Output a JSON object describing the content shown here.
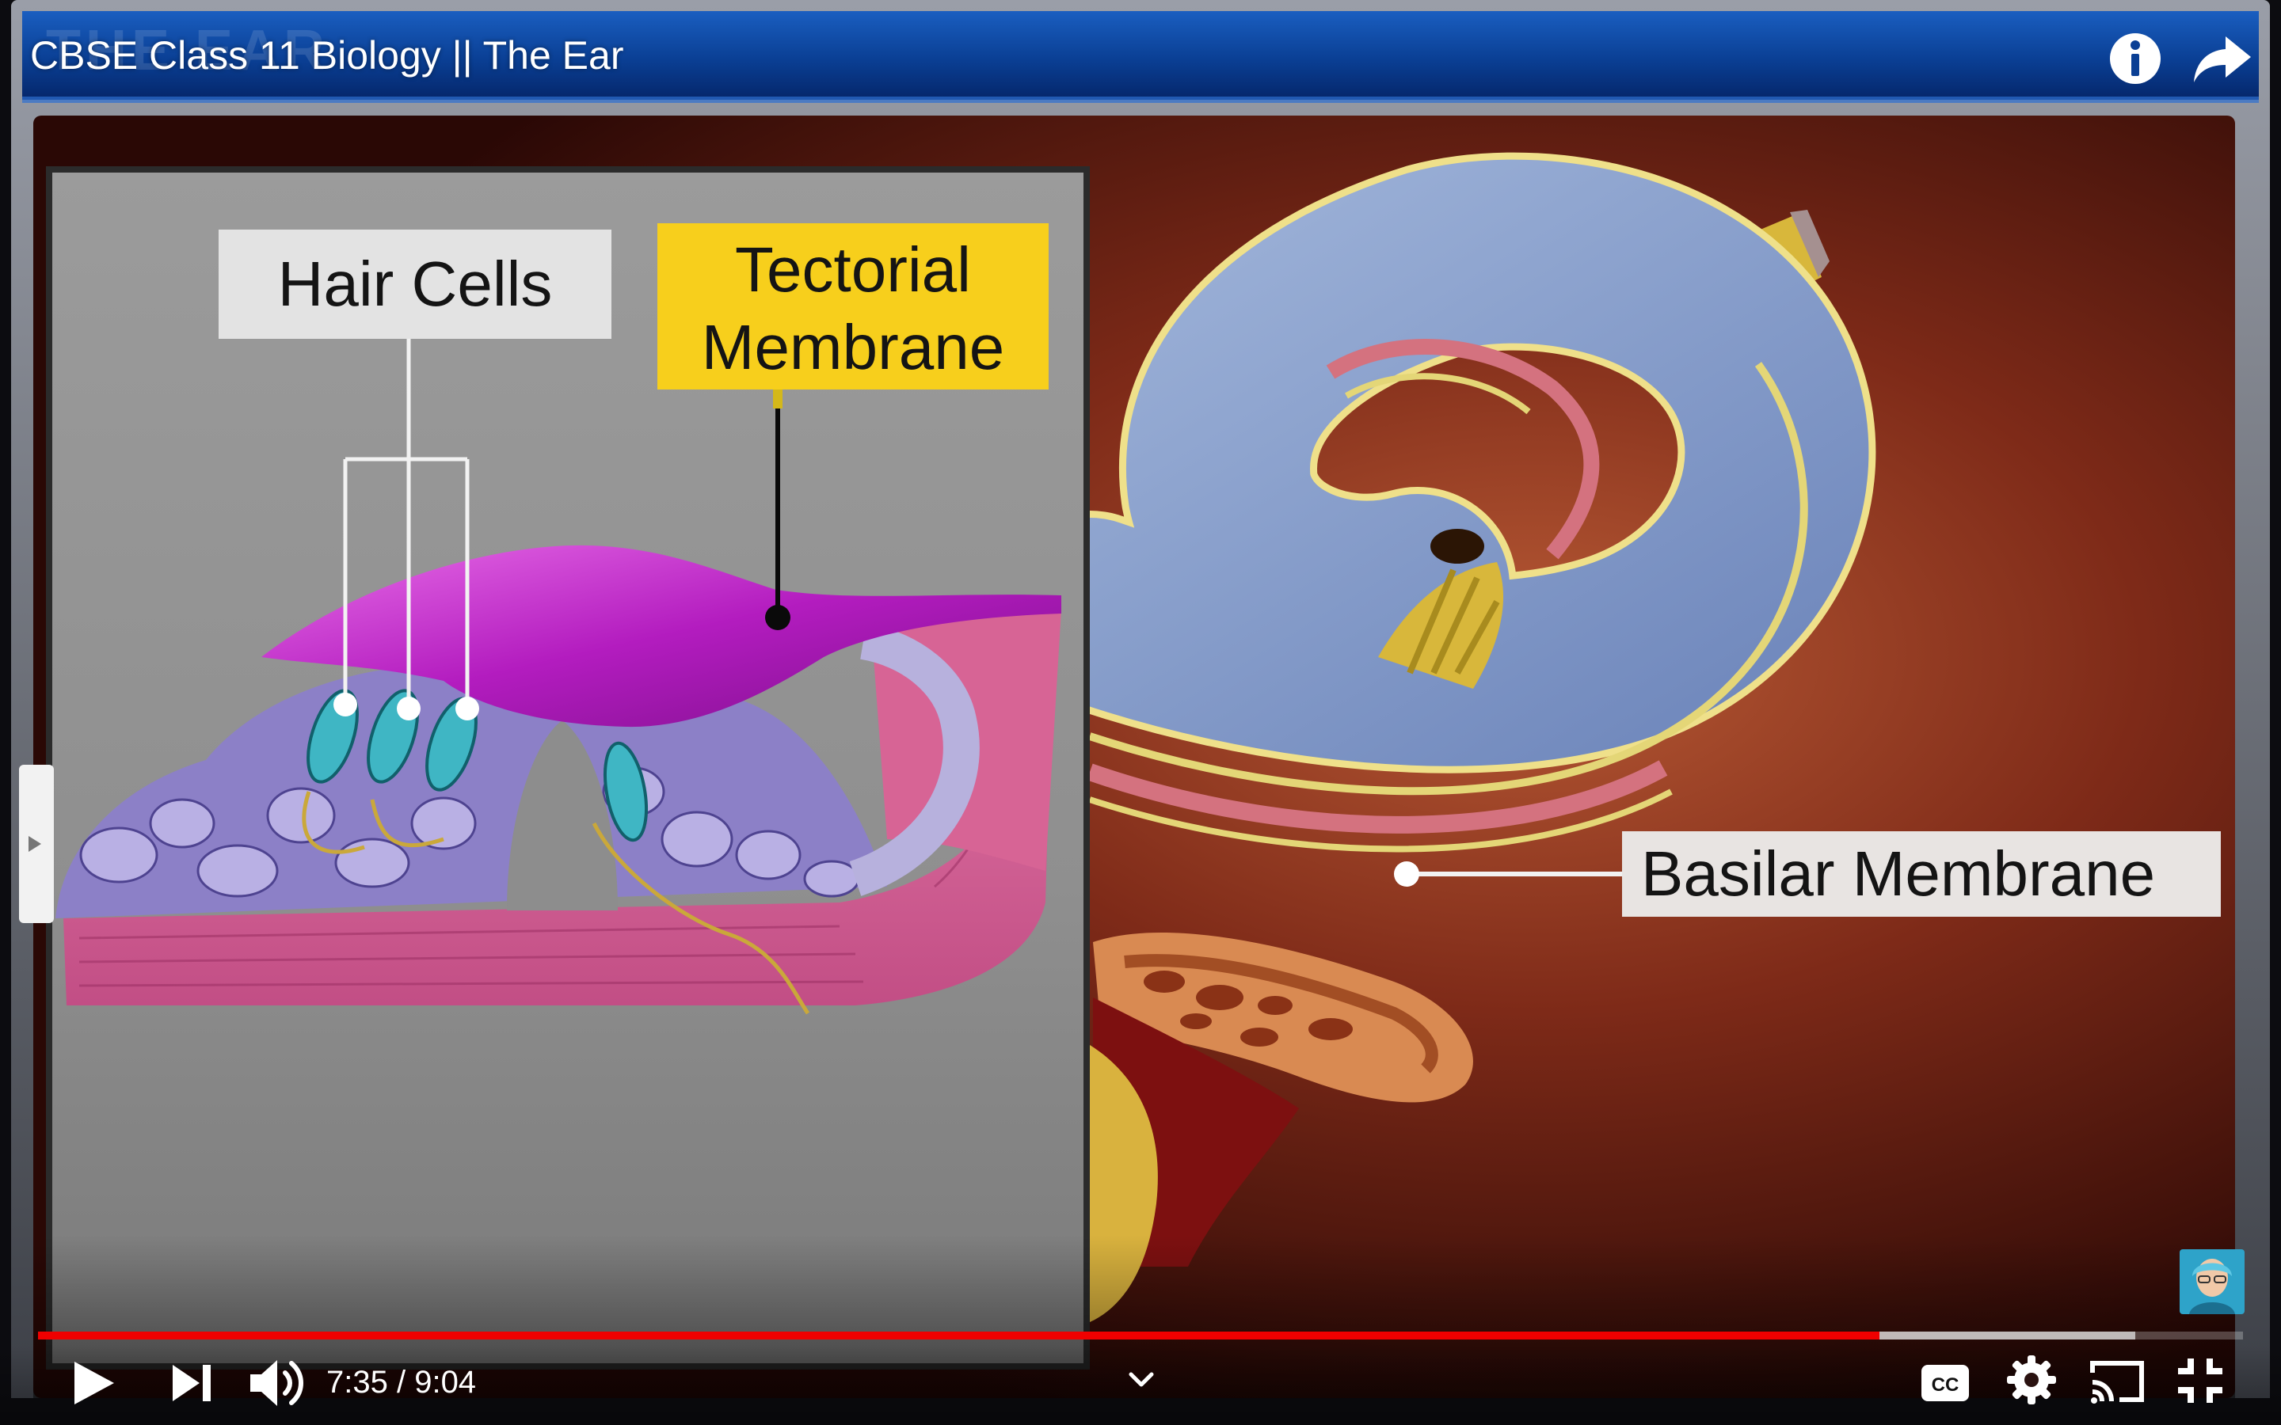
{
  "player": {
    "title": "CBSE Class 11 Biology || The Ear",
    "watermark": "THE EAR"
  },
  "video": {
    "labels": {
      "hair_cells": "Hair Cells",
      "tectorial_membrane": "Tectorial\nMembrane",
      "basilar_membrane": "Basilar Membrane"
    }
  },
  "controls": {
    "current_time": "7:35",
    "separator": " / ",
    "duration": "9:04",
    "progress": {
      "played_fraction": 0.835,
      "buffered_fraction": 0.951
    }
  },
  "colors": {
    "accent": "#f00000",
    "title_bar": "#0a3f94",
    "tectorial_label": "#f7cf1c"
  },
  "icons": {
    "info": "info-icon",
    "share": "share-icon",
    "play": "play-icon",
    "next": "next-icon",
    "volume": "volume-icon",
    "chevron": "chevron-down-icon",
    "captions": "cc-icon",
    "settings": "gear-icon",
    "cast": "cast-icon",
    "exit_fullscreen": "exit-fullscreen-icon"
  }
}
